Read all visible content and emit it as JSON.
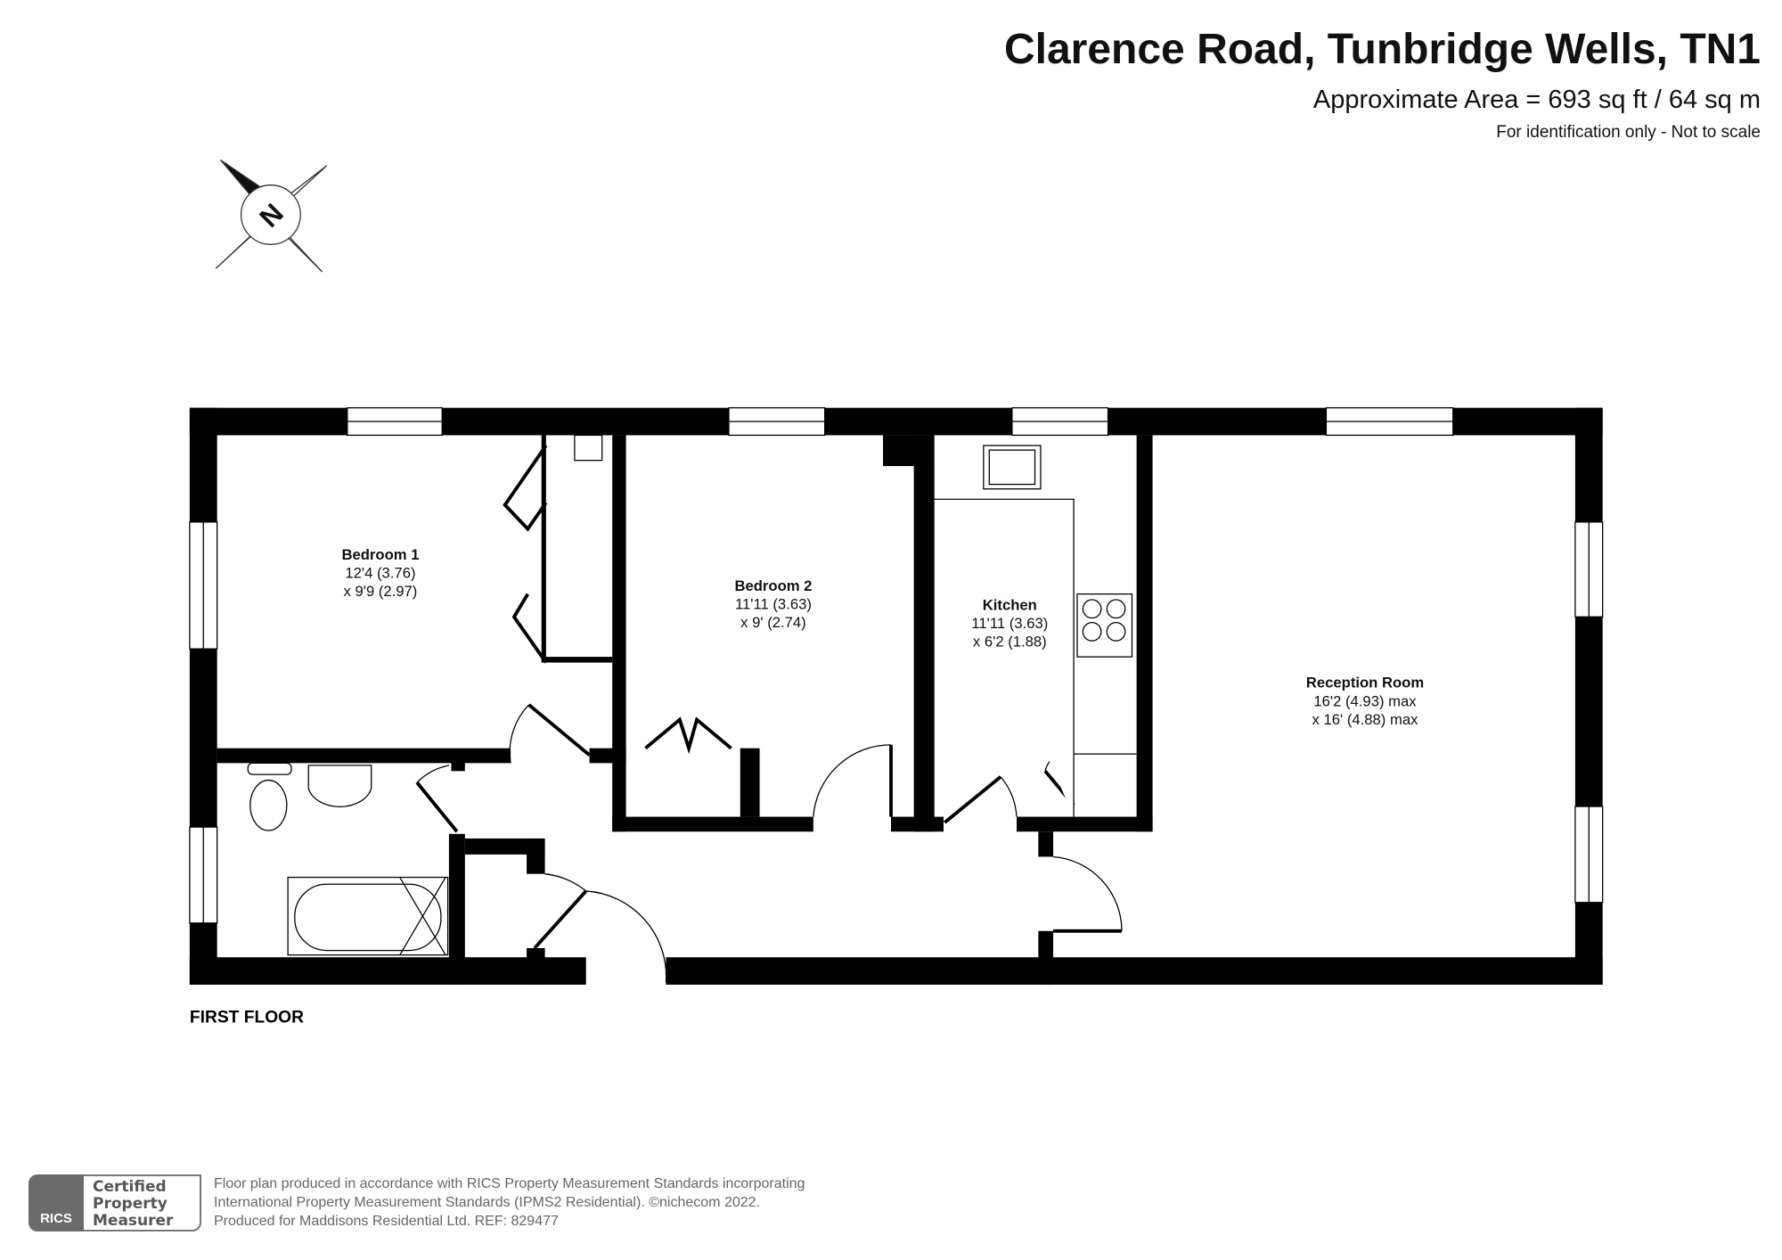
{
  "header": {
    "title": "Clarence Road, Tunbridge Wells, TN1",
    "area": "Approximate Area = 693 sq ft / 64 sq m",
    "note": "For identification only - Not to scale"
  },
  "compass": {
    "label": "N"
  },
  "rooms": [
    {
      "name": "Bedroom 1",
      "dim1": "12'4 (3.76)",
      "dim2": "x 9'9  (2.97)"
    },
    {
      "name": "Bedroom 2",
      "dim1": "11'11 (3.63)",
      "dim2": "x 9' (2.74)"
    },
    {
      "name": "Kitchen",
      "dim1": "11'11 (3.63)",
      "dim2": "x 6'2 (1.88)"
    },
    {
      "name": "Reception Room",
      "dim1": "16'2 (4.93) max",
      "dim2": "x 16' (4.88) max"
    }
  ],
  "floor_label": "FIRST FLOOR",
  "footer": {
    "badge_logo": "RICS",
    "badge_text": [
      "Certified",
      "Property",
      "Measurer"
    ],
    "lines": [
      "Floor plan produced in accordance with RICS Property Measurement Standards incorporating",
      "International Property Measurement Standards (IPMS2 Residential).   ©nichecom 2022.",
      "Produced for Maddisons Residential Ltd.   REF:  829477"
    ]
  }
}
